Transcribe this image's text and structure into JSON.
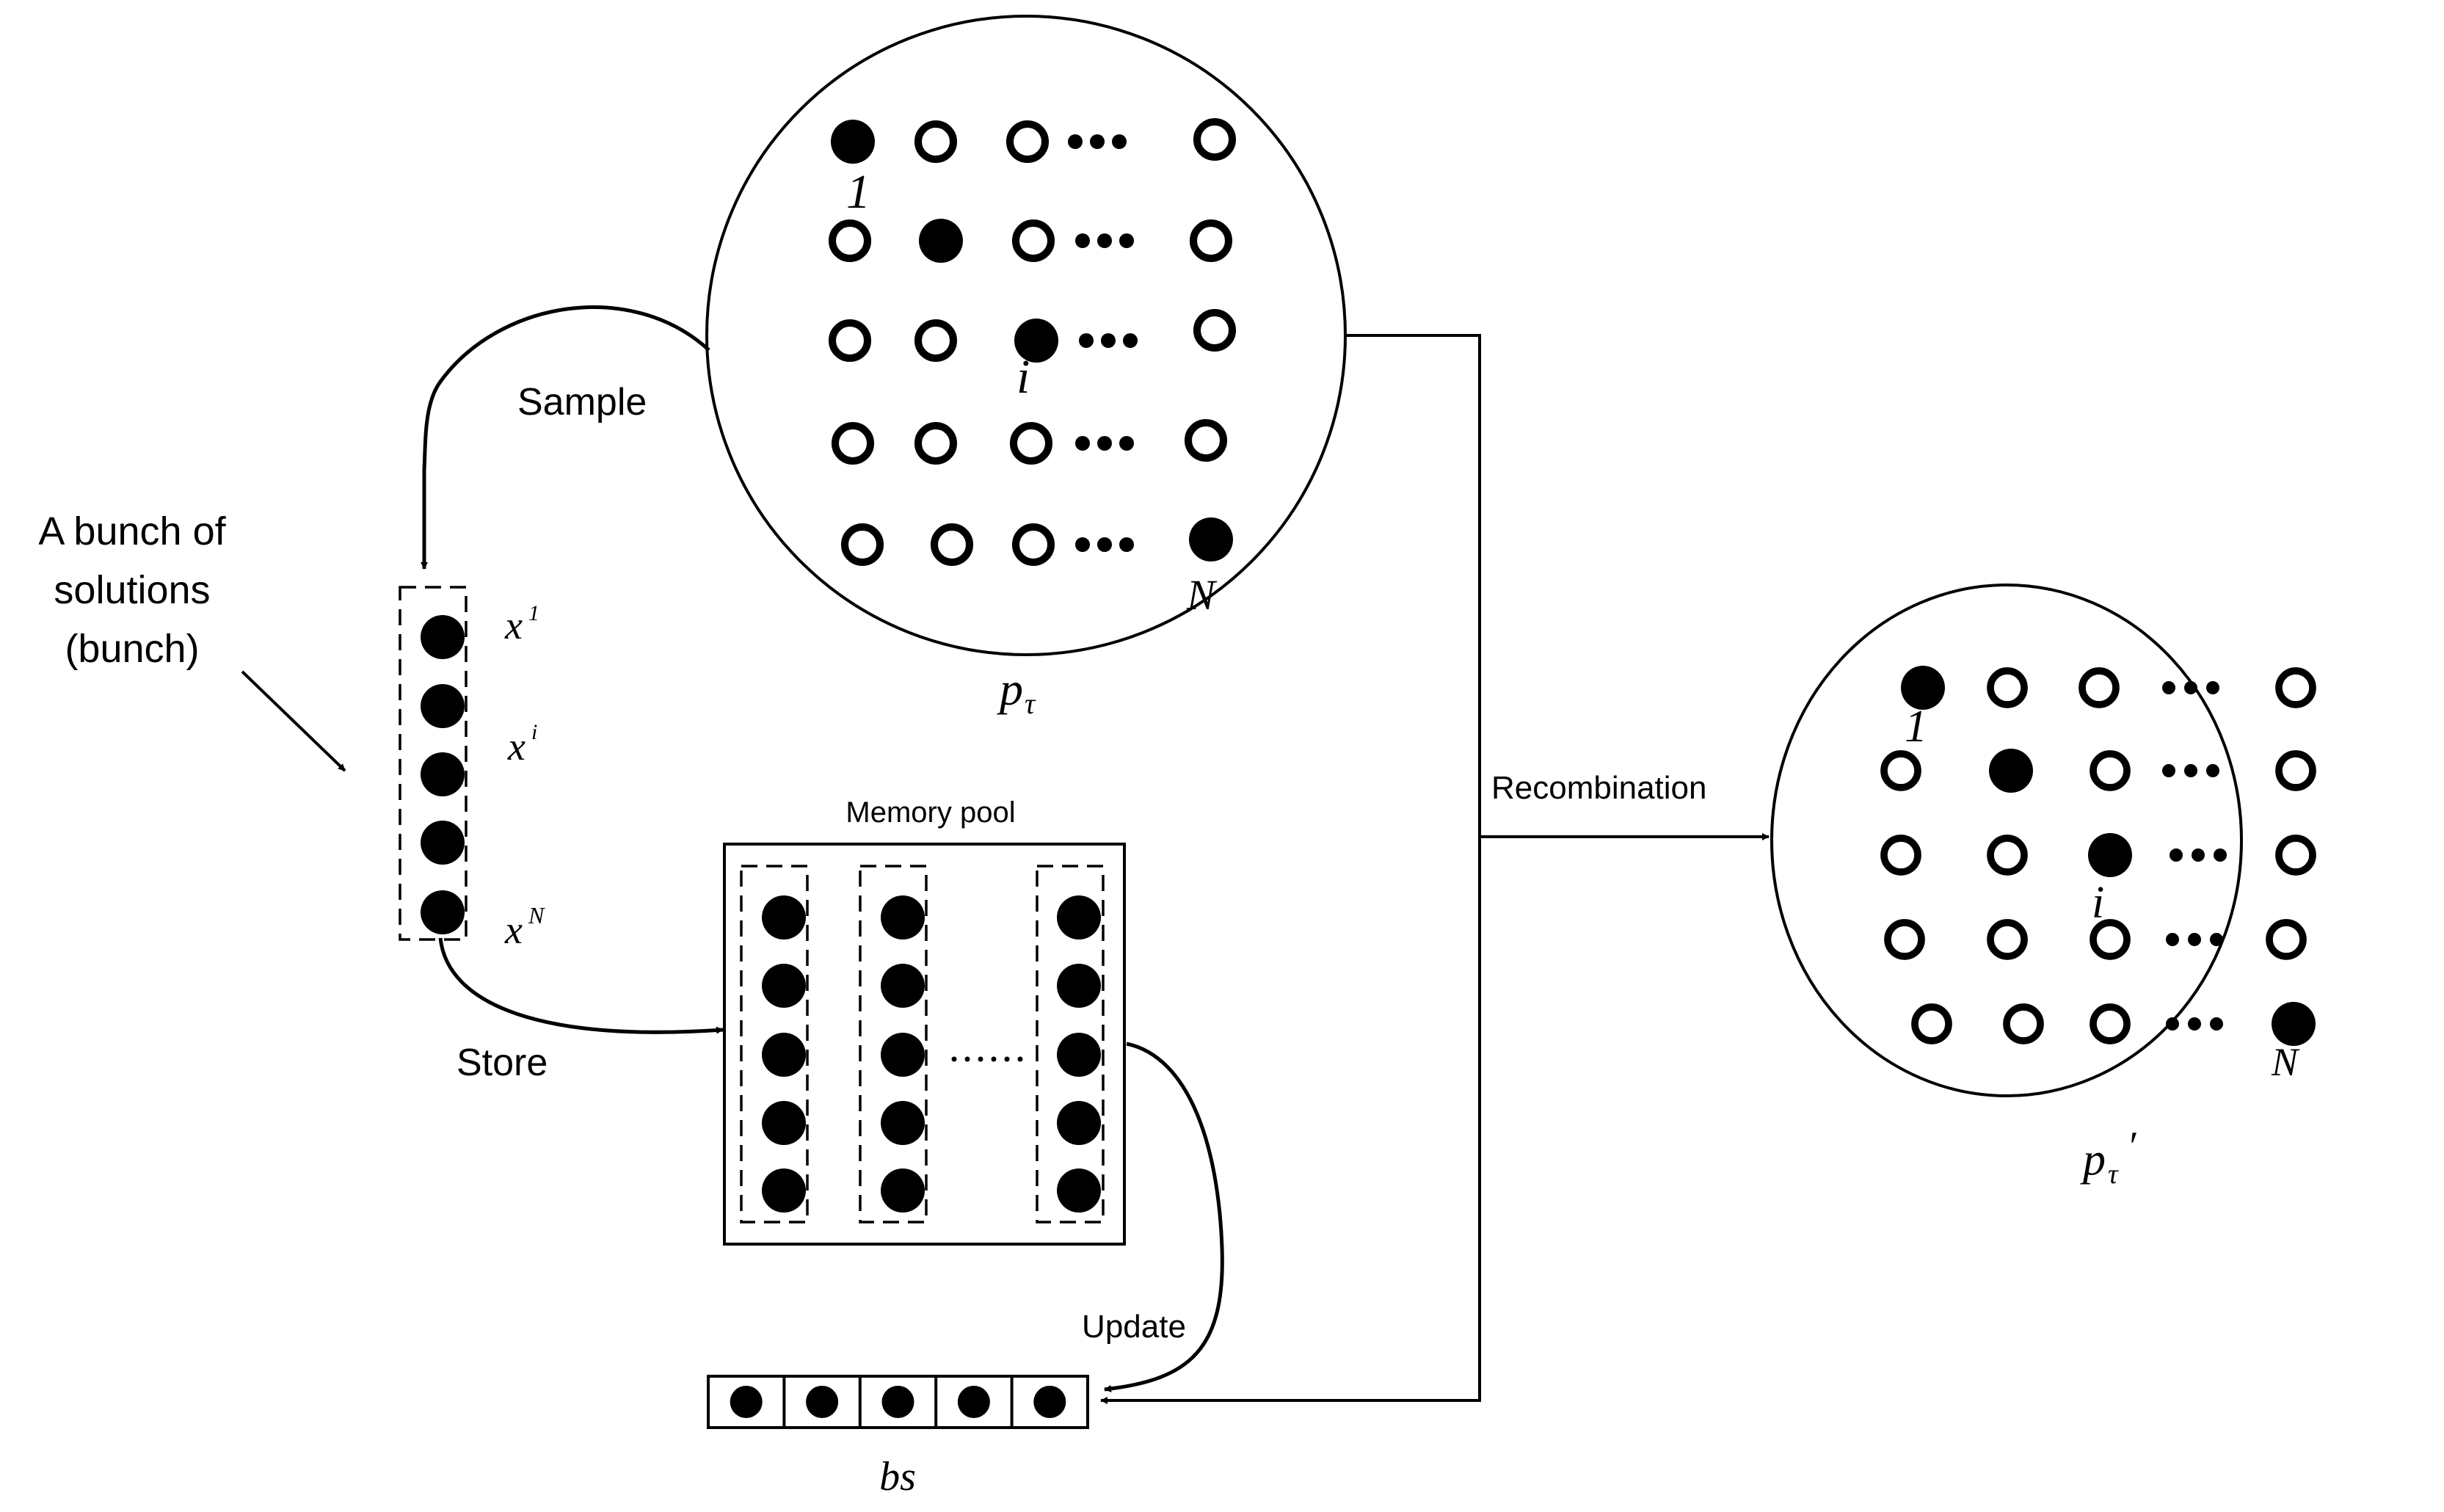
{
  "labels": {
    "sample": "Sample",
    "bunch_line1": "A bunch of",
    "bunch_line2": "solutions",
    "bunch_line3": "(bunch)",
    "store": "Store",
    "memory_pool": "Memory pool",
    "update": "Update",
    "recombination": "Recombination",
    "bs": "bs"
  },
  "population": {
    "name": "p",
    "subscript": "τ",
    "index_first": "1",
    "index_mid": "i",
    "index_last": "N"
  },
  "new_population": {
    "name": "p",
    "subscript": "τ",
    "prime": "′",
    "index_first": "1",
    "index_mid": "i",
    "index_last": "N"
  },
  "bunch_vector": {
    "x": "x",
    "sup_first": "1",
    "sup_mid": "i",
    "sup_last": "N"
  },
  "colors": {
    "stroke": "#000000",
    "background": "#ffffff"
  }
}
